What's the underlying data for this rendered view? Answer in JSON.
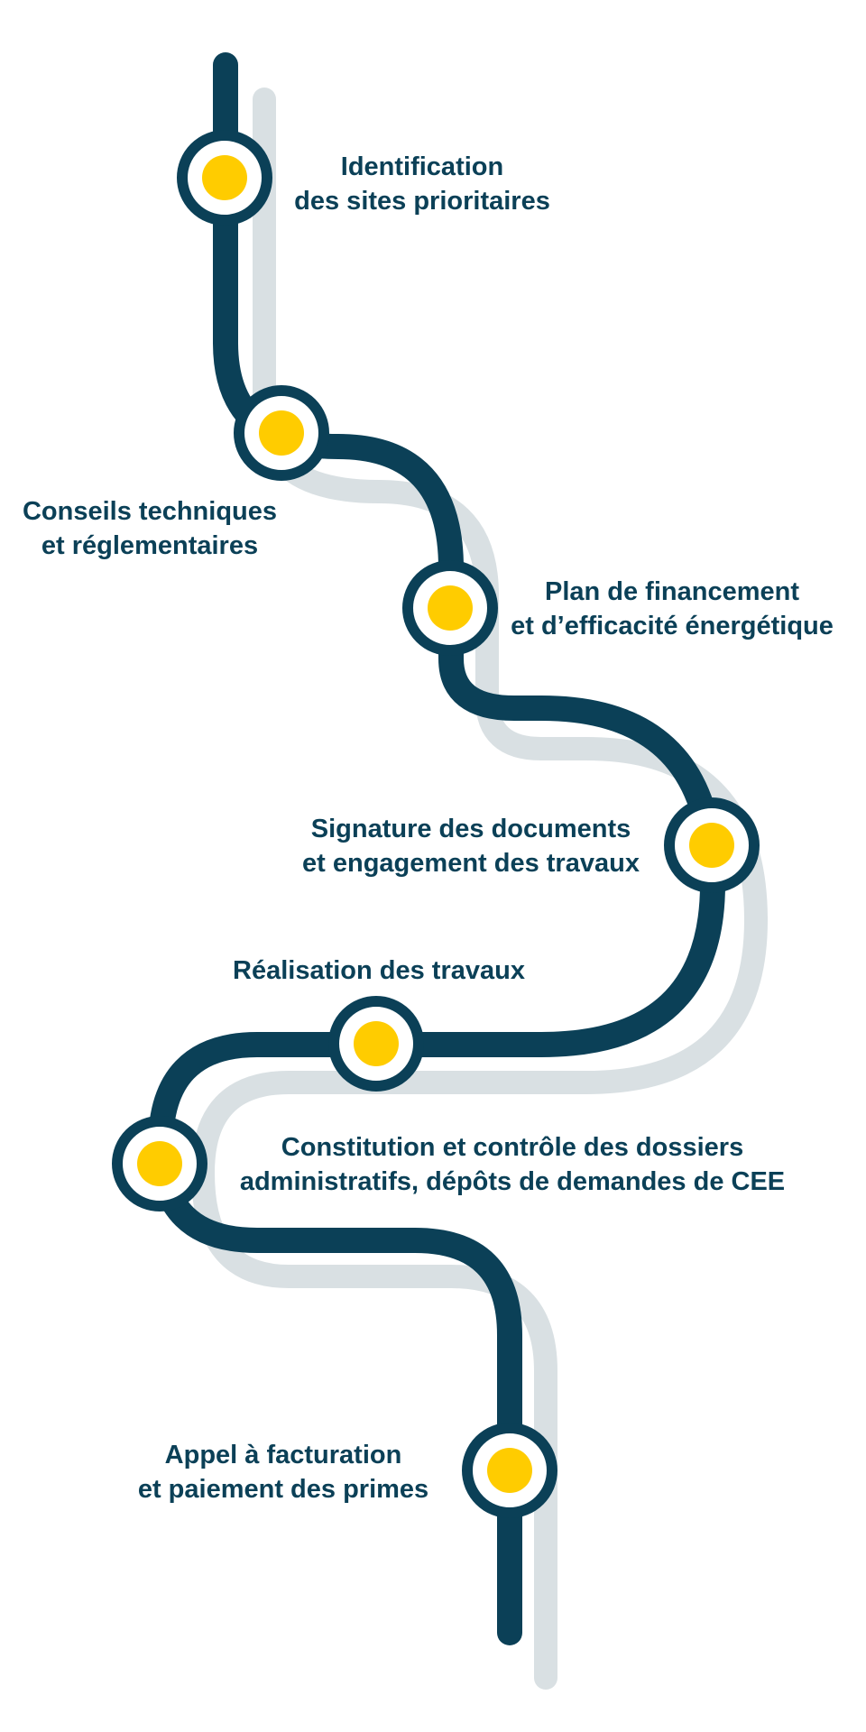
{
  "colors": {
    "road": "#0b4057",
    "shadow": "#d9e0e3",
    "node_fill": "#ffffff",
    "node_dot": "#ffcc00",
    "text": "#0b4057"
  },
  "steps": [
    {
      "line1": "Identification",
      "line2": "des sites prioritaires"
    },
    {
      "line1": "Conseils techniques",
      "line2": "et réglementaires"
    },
    {
      "line1": "Plan de financement",
      "line2": "et d’efficacité énergétique"
    },
    {
      "line1": "Signature des documents",
      "line2": "et engagement des travaux"
    },
    {
      "line1": "Réalisation des travaux"
    },
    {
      "line1": "Constitution et contrôle des dossiers",
      "line2": "administratifs, dépôts de demandes de CEE"
    },
    {
      "line1": "Appel à facturation",
      "line2": "et paiement des primes"
    }
  ]
}
